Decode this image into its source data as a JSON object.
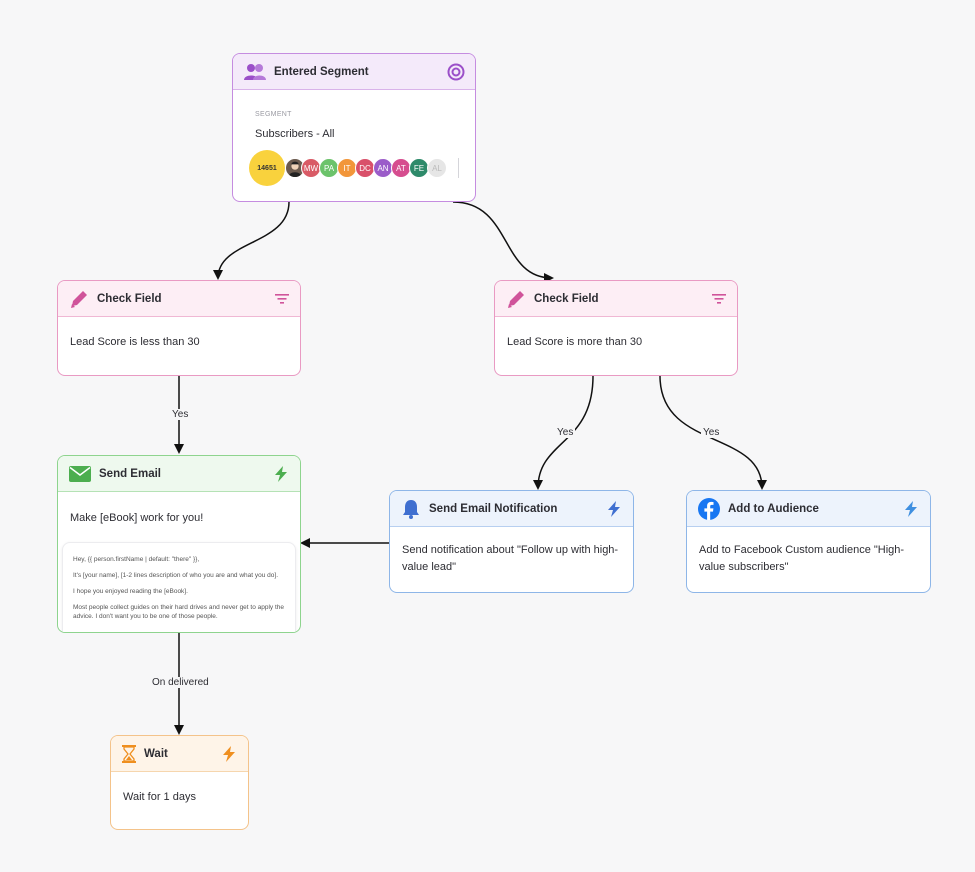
{
  "nodes": {
    "entered_segment": {
      "title": "Entered Segment",
      "segment_label": "SEGMENT",
      "segment_name": "Subscribers - All",
      "count": "14651",
      "avatars": [
        {
          "initials": "",
          "color": "#6b5a4e"
        },
        {
          "initials": "MW",
          "color": "#d95b66"
        },
        {
          "initials": "PA",
          "color": "#6cc36b"
        },
        {
          "initials": "IT",
          "color": "#f2963a"
        },
        {
          "initials": "DC",
          "color": "#d9506a"
        },
        {
          "initials": "AN",
          "color": "#9b5cc9"
        },
        {
          "initials": "AT",
          "color": "#d64d8f"
        },
        {
          "initials": "FE",
          "color": "#2e8a6a"
        },
        {
          "initials": "AL",
          "color": "#e0e0e0"
        }
      ]
    },
    "check_field_left": {
      "title": "Check Field",
      "body": "Lead Score is less than 30"
    },
    "check_field_right": {
      "title": "Check Field",
      "body": "Lead Score is more than 30"
    },
    "send_email": {
      "title": "Send Email",
      "subject": "Make [eBook] work for you!",
      "preview": [
        "Hey, {{ person.firstName | default: \"there\" }},",
        "It's [your name], [1-2 lines description of who you are and what you do].",
        "I hope you enjoyed reading the [eBook].",
        "Most people collect guides on their hard drives and never get to apply the advice. I don't want you to be one of those people."
      ]
    },
    "send_notification": {
      "title": "Send Email Notification",
      "body": "Send notification about \"Follow up with high-value lead\""
    },
    "add_audience": {
      "title": "Add to Audience",
      "body": "Add to Facebook Custom audience \"High-value subscribers\""
    },
    "wait": {
      "title": "Wait",
      "body": "Wait for 1 days"
    }
  },
  "edges": {
    "left_yes": "Yes",
    "right_yes_1": "Yes",
    "right_yes_2": "Yes",
    "on_delivered": "On delivered"
  },
  "colors": {
    "purple": "#9b4fc9",
    "pink": "#d0539a",
    "green": "#4cae4f",
    "blue": "#3f6fd0",
    "orange": "#ef8f1f",
    "facebook": "#1877f2"
  },
  "icons": {
    "entered_segment": "users-icon",
    "target": "target-icon",
    "check_field": "pencil-icon",
    "filter": "filter-icon",
    "email": "envelope-icon",
    "bolt": "lightning-icon",
    "bell": "bell-icon",
    "facebook": "facebook-icon",
    "hourglass": "hourglass-icon"
  }
}
